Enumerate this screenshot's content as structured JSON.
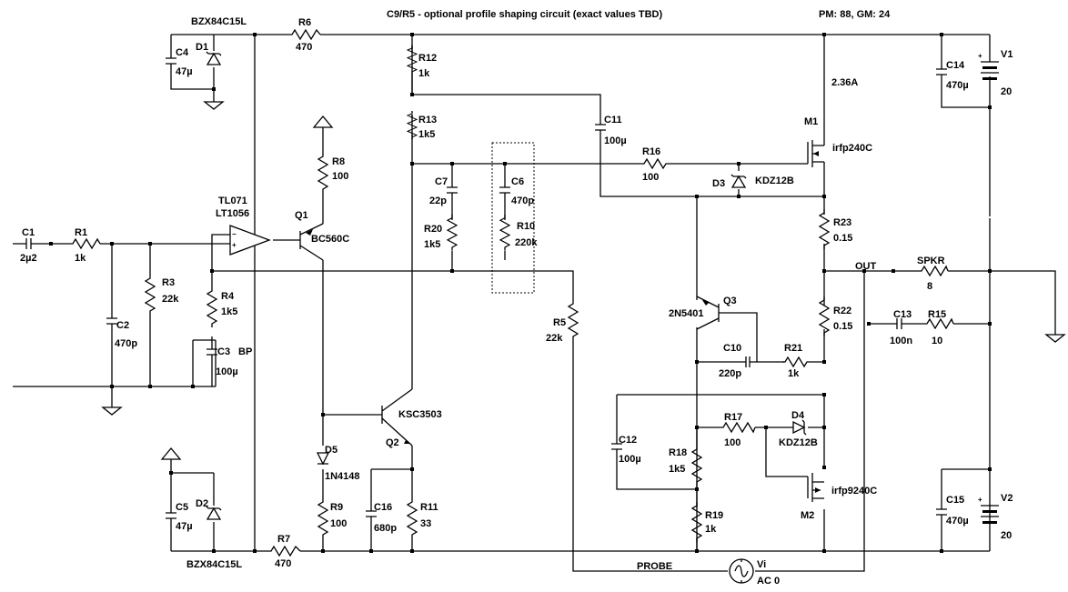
{
  "annotations": {
    "note": "C9/R5 - optional profile shaping circuit (exact values  TBD)",
    "margins": "PM: 88, GM: 24",
    "current": "2.36A",
    "out": "OUT",
    "probe": "PROBE",
    "bp": "BP",
    "plus": "+",
    "minus": "−"
  },
  "components": {
    "c1": {
      "ref": "C1",
      "value": "2µ2"
    },
    "r1": {
      "ref": "R1",
      "value": "1k"
    },
    "c2": {
      "ref": "C2",
      "value": "470p"
    },
    "r3": {
      "ref": "R3",
      "value": "22k"
    },
    "r4": {
      "ref": "R4",
      "value": "1k5"
    },
    "c3": {
      "ref": "C3",
      "value": "100µ"
    },
    "c4": {
      "ref": "C4",
      "value": "47µ"
    },
    "d1": {
      "ref": "D1",
      "value": "BZX84C15L"
    },
    "c5": {
      "ref": "C5",
      "value": "47µ"
    },
    "d2": {
      "ref": "D2",
      "value": "BZX84C15L"
    },
    "r6": {
      "ref": "R6",
      "value": "470"
    },
    "r7": {
      "ref": "R7",
      "value": "470"
    },
    "u1": {
      "ref": "TL071",
      "value": "LT1056"
    },
    "q1": {
      "ref": "Q1",
      "value": "BC560C"
    },
    "r8": {
      "ref": "R8",
      "value": "100"
    },
    "d5": {
      "ref": "D5",
      "value": "1N4148"
    },
    "r9": {
      "ref": "R9",
      "value": "100"
    },
    "c16": {
      "ref": "C16",
      "value": "680p"
    },
    "r11": {
      "ref": "R11",
      "value": "33"
    },
    "q2": {
      "ref": "Q2",
      "value": "KSC3503"
    },
    "r12": {
      "ref": "R12",
      "value": "1k"
    },
    "r13": {
      "ref": "R13",
      "value": "1k5"
    },
    "c7": {
      "ref": "C7",
      "value": "22p"
    },
    "r20": {
      "ref": "R20",
      "value": "1k5"
    },
    "c6": {
      "ref": "C6",
      "value": "470p"
    },
    "r10": {
      "ref": "R10",
      "value": "220k"
    },
    "r5": {
      "ref": "R5",
      "value": "22k"
    },
    "c11": {
      "ref": "C11",
      "value": "100µ"
    },
    "r16": {
      "ref": "R16",
      "value": "100"
    },
    "d3": {
      "ref": "D3",
      "value": "KDZ12B"
    },
    "m1": {
      "ref": "M1",
      "value": "irfp240C"
    },
    "r23": {
      "ref": "R23",
      "value": "0.15"
    },
    "r22": {
      "ref": "R22",
      "value": "0.15"
    },
    "q3": {
      "ref": "Q3",
      "value": "2N5401"
    },
    "c10": {
      "ref": "C10",
      "value": "220p"
    },
    "r21": {
      "ref": "R21",
      "value": "1k"
    },
    "c12": {
      "ref": "C12",
      "value": "100µ"
    },
    "r17": {
      "ref": "R17",
      "value": "100"
    },
    "d4": {
      "ref": "D4",
      "value": "KDZ12B"
    },
    "r18": {
      "ref": "R18",
      "value": "1k5"
    },
    "r19": {
      "ref": "R19",
      "value": "1k"
    },
    "m2": {
      "ref": "M2",
      "value": "irfp9240C"
    },
    "c14": {
      "ref": "C14",
      "value": "470µ"
    },
    "v1": {
      "ref": "V1",
      "value": "20"
    },
    "c15": {
      "ref": "C15",
      "value": "470µ"
    },
    "v2": {
      "ref": "V2",
      "value": "20"
    },
    "spkr": {
      "ref": "SPKR",
      "value": "8"
    },
    "c13": {
      "ref": "C13",
      "value": "100n"
    },
    "r15": {
      "ref": "R15",
      "value": "10"
    },
    "vi": {
      "ref": "Vi",
      "value": "AC 0"
    }
  }
}
